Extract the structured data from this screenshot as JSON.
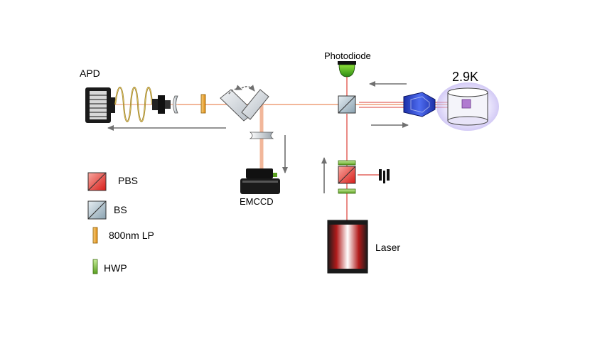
{
  "labels": {
    "apd": "APD",
    "photodiode": "Photodiode",
    "temperature": "2.9K",
    "emccd": "EMCCD",
    "laser": "Laser"
  },
  "legend": [
    {
      "label": "PBS",
      "icon": "pbs-icon"
    },
    {
      "label": "BS",
      "icon": "bs-icon"
    },
    {
      "label": "800nm LP",
      "icon": "longpass-filter-icon"
    },
    {
      "label": "HWP",
      "icon": "half-wave-plate-icon"
    }
  ],
  "colors": {
    "beam": "#f2b79a",
    "laser_beam": "#e4655e",
    "pbs": "#e8322e",
    "bs": "#a9bdc8",
    "filter": "#f0a030",
    "hwp": "#8fca4a",
    "objective": "#2a4bd6",
    "arrow": "#707070",
    "cryostat_glow": "#b6a6f2"
  }
}
